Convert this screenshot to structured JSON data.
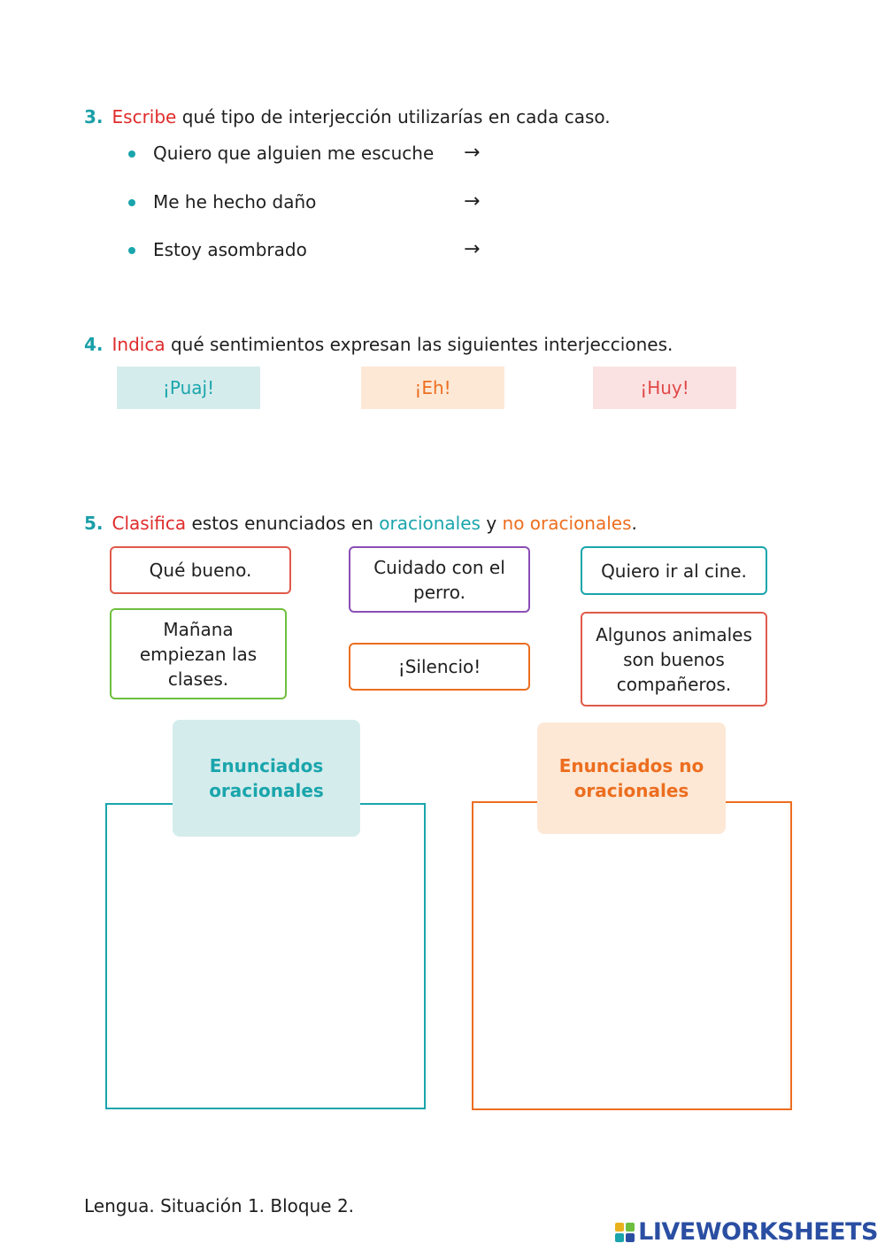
{
  "q3": {
    "number": "3.",
    "verb": "Escribe",
    "rest": " qué tipo de interjección utilizarías en cada caso.",
    "items": [
      {
        "text": "Quiero que alguien me escuche",
        "arrow": "→"
      },
      {
        "text": "Me he hecho daño",
        "arrow": "→"
      },
      {
        "text": "Estoy asombrado",
        "arrow": "→"
      }
    ]
  },
  "q4": {
    "number": "4.",
    "verb": "Indica",
    "rest": " qué sentimientos expresan las siguientes interjecciones.",
    "interjections": [
      {
        "text": "¡Puaj!",
        "bg": "#d5ecec",
        "color": "#1aa5ac"
      },
      {
        "text": "¡Eh!",
        "bg": "#fde8d6",
        "color": "#ec6e1f"
      },
      {
        "text": "¡Huy!",
        "bg": "#fbe2e2",
        "color": "#e04848"
      }
    ]
  },
  "q5": {
    "number": "5.",
    "verb": "Clasifica",
    "mid": " estos enunciados en ",
    "cat1": "oracionales",
    "and": " y ",
    "cat2": "no oracionales",
    "end": ".",
    "cards": [
      {
        "text": "Qué bueno.",
        "border": "#e05a4a"
      },
      {
        "text": "Cuidado con el perro.",
        "border": "#8a4fb5"
      },
      {
        "text": "Quiero ir al cine.",
        "border": "#1aa5ac"
      },
      {
        "text": "Mañana empiezan las clases.",
        "border": "#6fbf3f"
      },
      {
        "text": "¡Silencio!",
        "border": "#ec6e1f"
      },
      {
        "text": "Algunos animales son buenos compañeros.",
        "border": "#e05a4a"
      }
    ],
    "bins": [
      {
        "label": "Enunciados oracionales",
        "color": "#1aa5ac",
        "label_bg": "#d5ecec"
      },
      {
        "label": "Enunciados no oracionales",
        "color": "#ec6e1f",
        "label_bg": "#fde8d6"
      }
    ]
  },
  "footer": "Lengua. Situación 1. Bloque 2.",
  "logo": {
    "text": "LIVEWORKSHEETS",
    "icon": "liveworksheets-logo-icon"
  }
}
